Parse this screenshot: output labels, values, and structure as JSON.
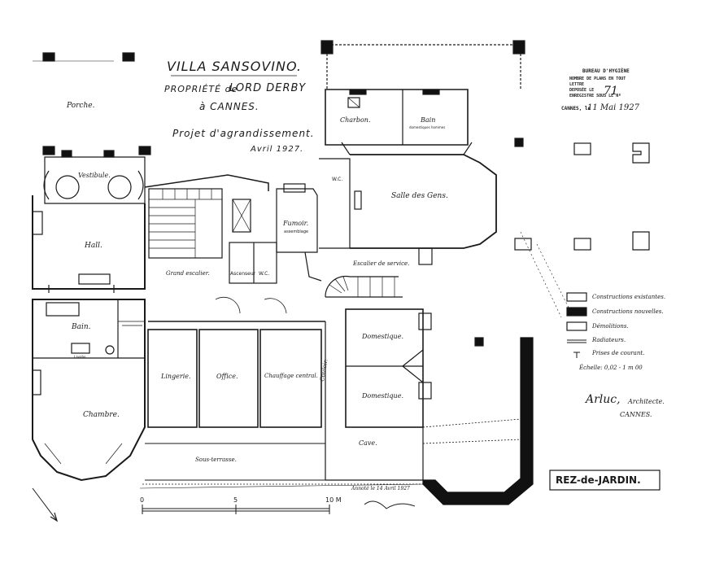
{
  "title_block": {
    "villa": "VILLA SANSOVINO.",
    "owner_prefix": "PROPRIÉTÉ de",
    "owner": "LORD DERBY",
    "place": "à CANNES.",
    "project": "Projet d'agrandissement.",
    "date": "Avril 1927."
  },
  "stamp": {
    "office": "BUREAU D'HYGIÈNE",
    "line1": "NOMBRE DE PLANS EN TOUT",
    "line2": "LETTRE",
    "line3": "DEPOSÉE LE",
    "line4": "ENREGISTRE SOUS LE Nº",
    "number": "71",
    "city": "CANNES, le",
    "date": "11 Mai 1927"
  },
  "rooms": {
    "porche": "Porche.",
    "vestibule": "Vestibule.",
    "hall": "Hall.",
    "grand_escalier": "Grand escalier.",
    "ascenseur": "Ascenseur",
    "wc1": "W.C.",
    "wc2": "W.C.",
    "fumoir": "Fumoir.",
    "fumoir_note": "assemblage",
    "charbon": "Charbon.",
    "bain_top": "Bain",
    "bain_top_note": "domestiques hommes",
    "salle_gens": "Salle des Gens.",
    "escalier_service": "Escalier de service.",
    "bain": "Bain.",
    "lavabo": "Lavabo",
    "chambre": "Chambre.",
    "lingerie": "Lingerie.",
    "office": "Office.",
    "chauffage": "Chauffage central.",
    "couloir": "Couloir.",
    "domestique1": "Domestique.",
    "domestique2": "Domestique.",
    "cave": "Cave.",
    "sous_terrasse": "Sous-terrasse."
  },
  "legend": {
    "existing": "Constructions existantes.",
    "new": "Constructions nouvelles.",
    "demolitions": "Démolitions.",
    "radiators": "Radiateurs.",
    "sockets": "Prises de courant.",
    "scale": "Échelle: 0,02 - 1 m 00"
  },
  "architect": {
    "name": "Arluc,",
    "role": "Architecte.",
    "city": "CANNES."
  },
  "level_label": "REZ-de-JARDIN.",
  "scale_bar": {
    "ticks": [
      "0",
      "5",
      "10 M"
    ]
  },
  "annotation_bottom": "Annoté le 14 Avril 1927",
  "colors": {
    "ink": "#1a1a1a",
    "paper": "#ffffff",
    "new_fill": "#111111"
  }
}
